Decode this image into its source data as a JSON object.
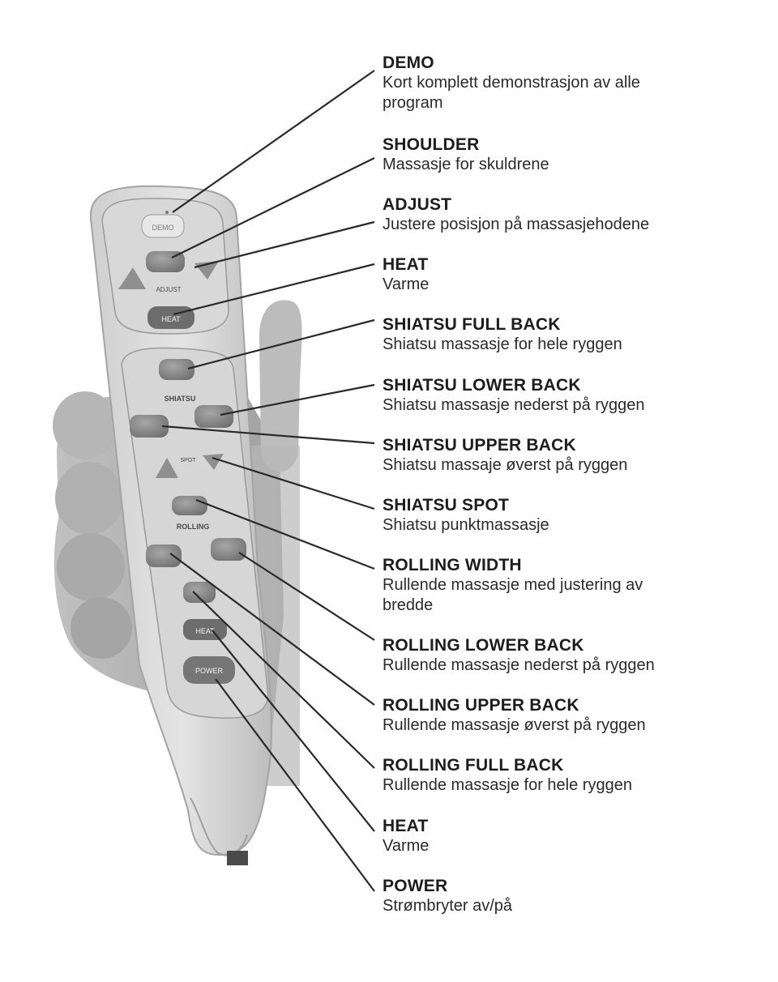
{
  "callouts": [
    {
      "title": "DEMO",
      "desc": "Kort komplett demonstrasjon av alle program"
    },
    {
      "title": "SHOULDER",
      "desc": "Massasje for skuldrene"
    },
    {
      "title": "ADJUST",
      "desc": "Justere posisjon på massasjehodene"
    },
    {
      "title": "HEAT",
      "desc": "Varme"
    },
    {
      "title": "SHIATSU FULL BACK",
      "desc": "Shiatsu massasje for hele ryggen"
    },
    {
      "title": "SHIATSU LOWER BACK",
      "desc": "Shiatsu massasje nederst på ryggen"
    },
    {
      "title": "SHIATSU UPPER BACK",
      "desc": "Shiatsu massaje øverst på ryggen"
    },
    {
      "title": "SHIATSU SPOT",
      "desc": "Shiatsu punktmassasje"
    },
    {
      "title": "ROLLING WIDTH",
      "desc": "Rullende massasje med justering av bredde"
    },
    {
      "title": "ROLLING LOWER BACK",
      "desc": "Rullende massasje nederst på ryggen"
    },
    {
      "title": "ROLLING UPPER BACK",
      "desc": "Rullende massasje øverst på ryggen"
    },
    {
      "title": "ROLLING FULL BACK",
      "desc": "Rullende massasje for hele ryggen"
    },
    {
      "title": "HEAT",
      "desc": "Varme"
    },
    {
      "title": "POWER",
      "desc": "Strømbryter av/på"
    }
  ],
  "remote": {
    "demo_label": "DEMO",
    "adjust_label": "ADJUST",
    "heat_top_label": "HEAT",
    "shiatsu_label": "SHIATSU",
    "spot_label": "SPOT",
    "rolling_label": "ROLLING",
    "heat_bottom_label": "HEAT",
    "power_label": "POWER"
  }
}
